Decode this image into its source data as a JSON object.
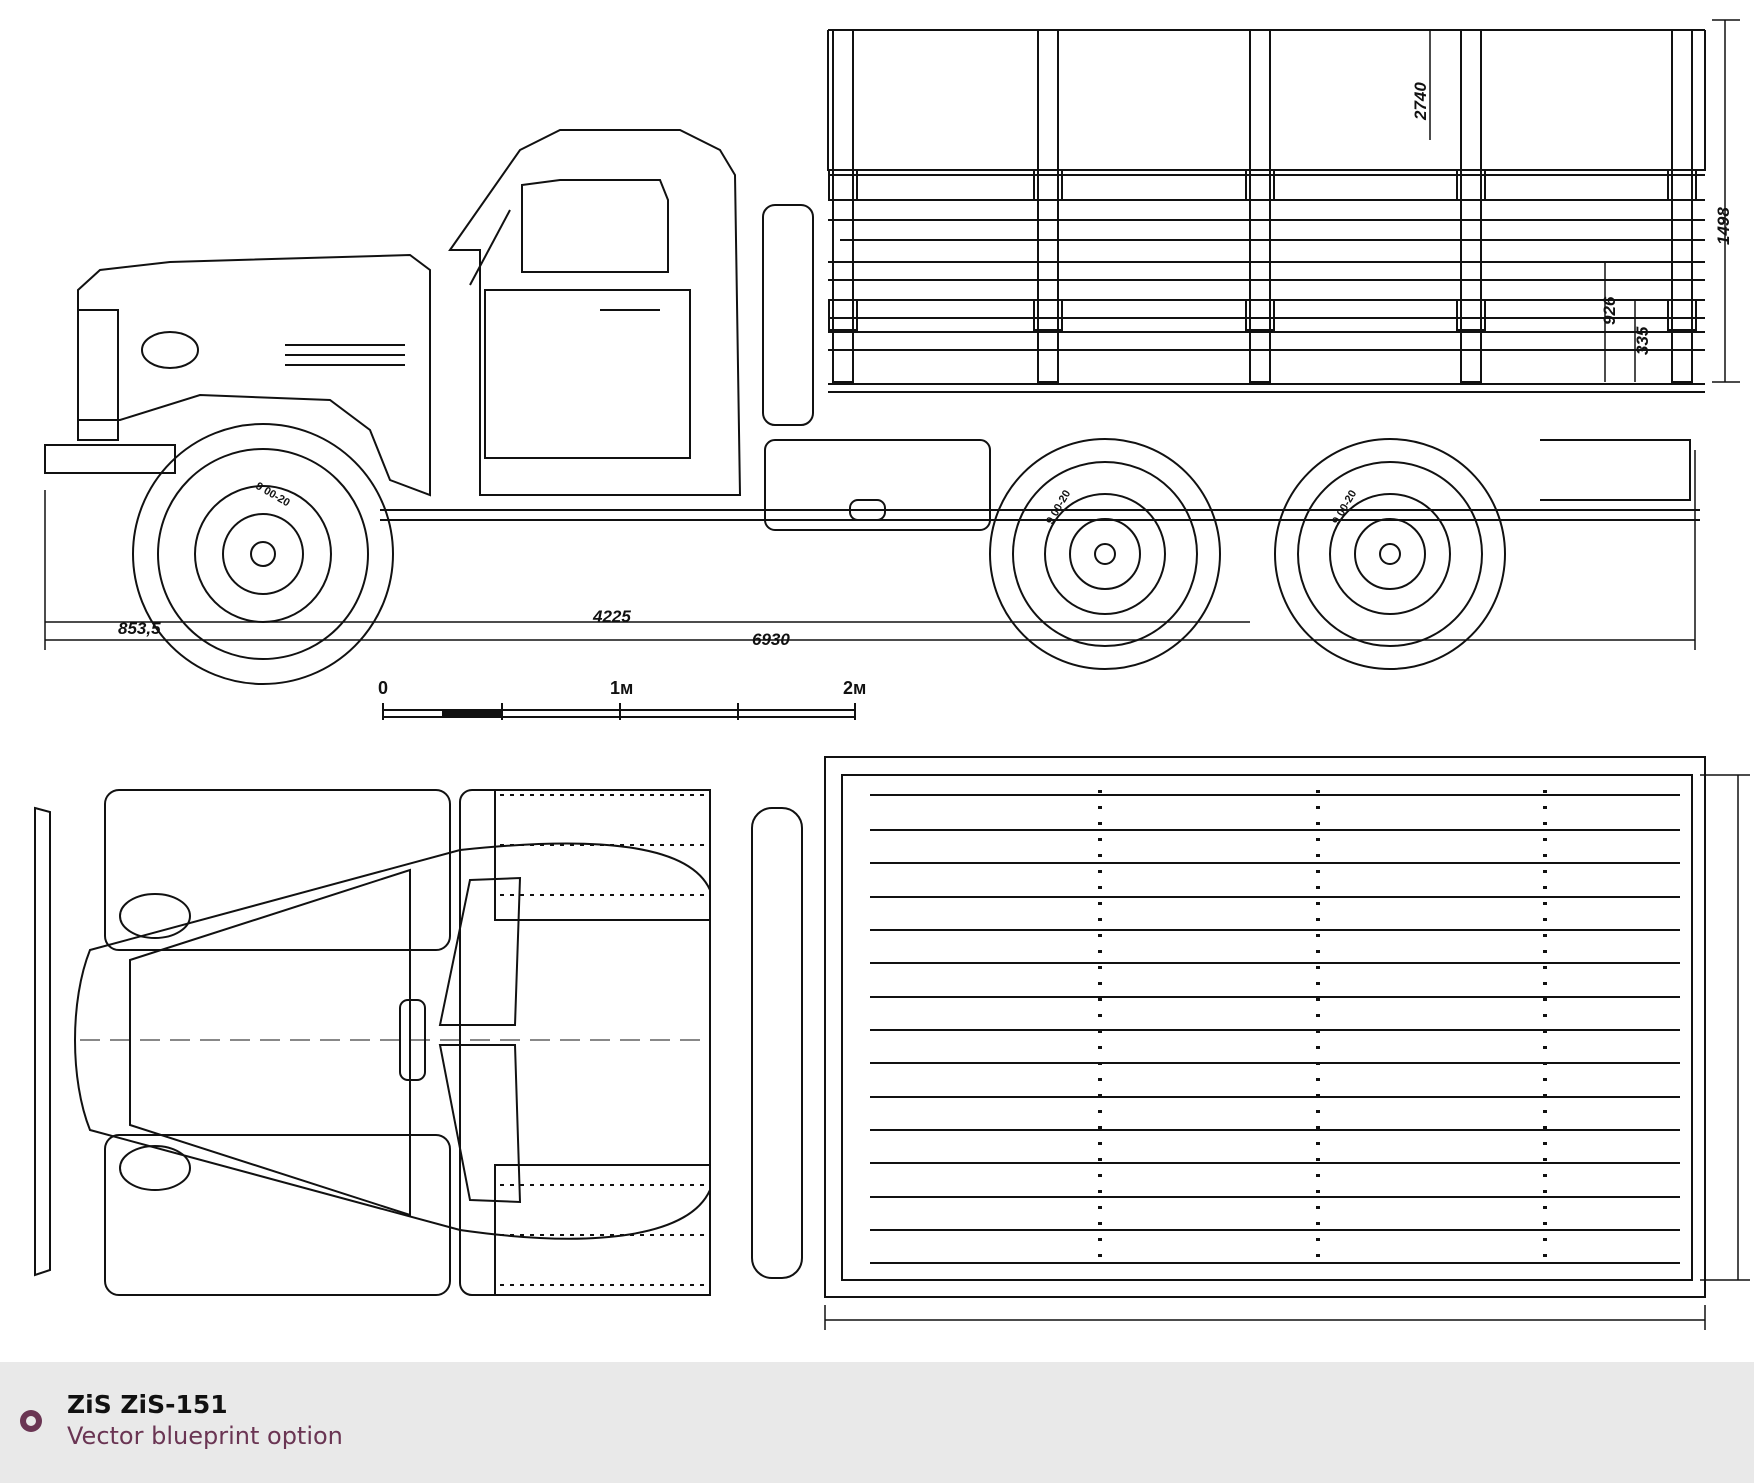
{
  "dimensions": {
    "front_overhang": "853,5",
    "wheelbase": "4225",
    "overall_length": "6930",
    "overall_height": "2740",
    "body_height": "1498",
    "side_height": "926",
    "bench_height": "335"
  },
  "tire_labels": [
    "9 00-20",
    "9 00-20",
    "9 00-20"
  ],
  "scale_bar": {
    "label_0": "0",
    "label_1": "1м",
    "label_2": "2м"
  },
  "caption": {
    "title": "ZiS ZiS-151",
    "subtitle": "Vector blueprint option",
    "accent_color": "#6a3553",
    "bar_color": "#e9e9e9"
  }
}
